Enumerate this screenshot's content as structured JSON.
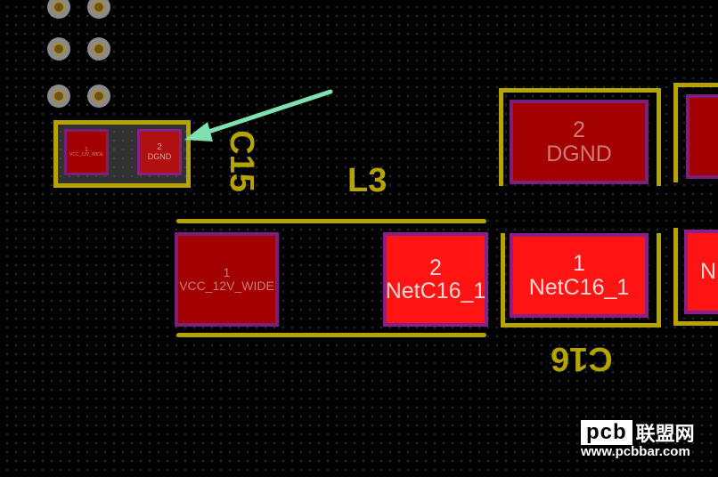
{
  "designators": {
    "c15": "C15",
    "l3": "L3",
    "c16": "C16"
  },
  "pads": {
    "c15_pad1": {
      "number": "1",
      "net": "VCC_12V_WIDE"
    },
    "c15_pad2": {
      "number": "2",
      "net": "DGND"
    },
    "l3_pad1": {
      "number": "1",
      "net": "VCC_12V_WIDE"
    },
    "l3_pad2": {
      "number": "2",
      "net": "NetC16_1"
    },
    "c16_pad1": {
      "number": "1",
      "net": "NetC16_1"
    },
    "top_right_pad": {
      "number": "2",
      "net": "DGND"
    },
    "edge_pad": {
      "net_fragment": "N"
    }
  },
  "watermark": {
    "brand_box": "pcb",
    "brand_cn": "联盟网",
    "url": "www.pcbbar.com"
  },
  "colors": {
    "silkscreen": "#b5a400",
    "pad_selected": "#ff1414",
    "pad_normal": "#a30000",
    "arrow": "#7fe0b0"
  }
}
